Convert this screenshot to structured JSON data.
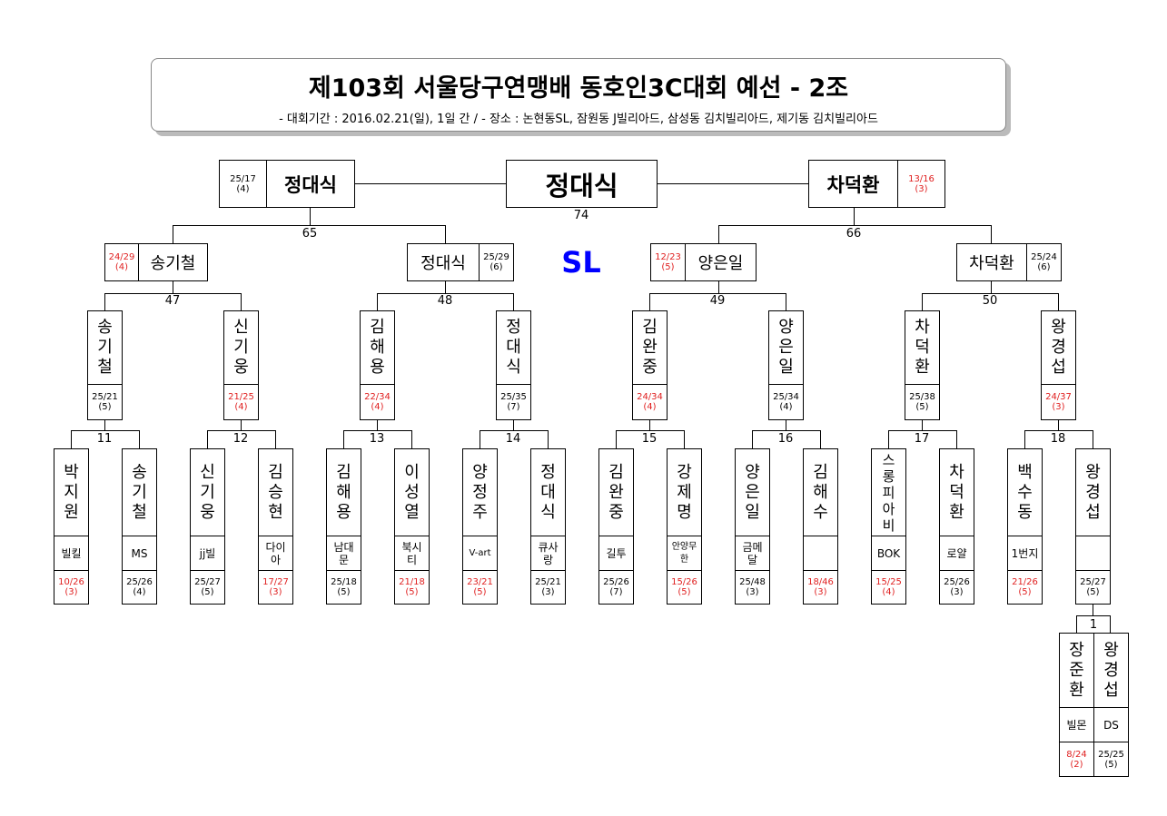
{
  "header": {
    "title": "제103회 서울당구연맹배 동호인3C대회 예선 - 2조",
    "subtitle": "- 대회기간 : 2016.02.21(일), 1일 간 / - 장소 : 논현동SL, 잠원동 J빌리아드, 삼성동 김치빌리아드, 제기동 김치빌리아드"
  },
  "colors": {
    "loss": "#e02020",
    "win": "#000000",
    "venue": "#0000ff"
  },
  "venue_label": "SL",
  "final": {
    "match": "74",
    "champion": "정대식",
    "left": {
      "name": "정대식",
      "score": "25/17",
      "inning": "(4)",
      "lost": false
    },
    "right": {
      "name": "차덕환",
      "score": "13/16",
      "inning": "(3)",
      "lost": true
    }
  },
  "semis": {
    "matches": [
      "65",
      "66"
    ],
    "players": [
      {
        "name": "송기철",
        "score": "24/29",
        "inning": "(4)",
        "lost": true
      },
      {
        "name": "정대식",
        "score": "25/29",
        "inning": "(6)",
        "lost": false
      },
      {
        "name": "양은일",
        "score": "12/23",
        "inning": "(5)",
        "lost": true
      },
      {
        "name": "차덕환",
        "score": "25/24",
        "inning": "(6)",
        "lost": false
      }
    ]
  },
  "quarters": {
    "matches": [
      "47",
      "48",
      "49",
      "50"
    ],
    "players": [
      {
        "name": "송기철",
        "score": "25/21",
        "inning": "(5)",
        "lost": false
      },
      {
        "name": "신기웅",
        "score": "21/25",
        "inning": "(4)",
        "lost": true
      },
      {
        "name": "김해용",
        "score": "22/34",
        "inning": "(4)",
        "lost": true
      },
      {
        "name": "정대식",
        "score": "25/35",
        "inning": "(7)",
        "lost": false
      },
      {
        "name": "김완중",
        "score": "24/34",
        "inning": "(4)",
        "lost": true
      },
      {
        "name": "양은일",
        "score": "25/34",
        "inning": "(4)",
        "lost": false
      },
      {
        "name": "차덕환",
        "score": "25/38",
        "inning": "(5)",
        "lost": false
      },
      {
        "name": "왕경섭",
        "score": "24/37",
        "inning": "(3)",
        "lost": true
      }
    ]
  },
  "round16": {
    "matches": [
      "11",
      "12",
      "13",
      "14",
      "15",
      "16",
      "17",
      "18"
    ],
    "players": [
      {
        "name": "박지원",
        "club": "빌킬",
        "score": "10/26",
        "inning": "(3)",
        "lost": true
      },
      {
        "name": "송기철",
        "club": "MS",
        "score": "25/26",
        "inning": "(4)",
        "lost": false
      },
      {
        "name": "신기웅",
        "club": "jj빌",
        "score": "25/27",
        "inning": "(5)",
        "lost": false
      },
      {
        "name": "김승현",
        "club": "다이아",
        "score": "17/27",
        "inning": "(3)",
        "lost": true
      },
      {
        "name": "김해용",
        "club": "남대문",
        "score": "25/18",
        "inning": "(5)",
        "lost": false
      },
      {
        "name": "이성열",
        "club": "북시티",
        "score": "21/18",
        "inning": "(5)",
        "lost": true
      },
      {
        "name": "양정주",
        "club": "V-art",
        "score": "23/21",
        "inning": "(5)",
        "lost": true
      },
      {
        "name": "정대식",
        "club": "큐사랑",
        "score": "25/21",
        "inning": "(3)",
        "lost": false
      },
      {
        "name": "김완중",
        "club": "길투",
        "score": "25/26",
        "inning": "(7)",
        "lost": false
      },
      {
        "name": "강제명",
        "club": "안양무한",
        "score": "15/26",
        "inning": "(5)",
        "lost": true
      },
      {
        "name": "양은일",
        "club": "금메달",
        "score": "25/48",
        "inning": "(3)",
        "lost": false
      },
      {
        "name": "김해수",
        "club": "",
        "score": "18/46",
        "inning": "(3)",
        "lost": true
      },
      {
        "name": "스롱피아비",
        "club": "BOK",
        "score": "15/25",
        "inning": "(4)",
        "lost": true
      },
      {
        "name": "차덕환",
        "club": "로얄",
        "score": "25/26",
        "inning": "(3)",
        "lost": false
      },
      {
        "name": "백수동",
        "club": "1번지",
        "score": "21/26",
        "inning": "(5)",
        "lost": true
      },
      {
        "name": "왕경섭",
        "club": "",
        "score": "25/27",
        "inning": "(5)",
        "lost": false
      }
    ]
  },
  "prelim": {
    "match": "1",
    "players": [
      {
        "name": "장준환",
        "club": "빌몬",
        "score": "8/24",
        "inning": "(2)",
        "lost": true
      },
      {
        "name": "왕경섭",
        "club": "DS",
        "score": "25/25",
        "inning": "(5)",
        "lost": false
      }
    ]
  }
}
